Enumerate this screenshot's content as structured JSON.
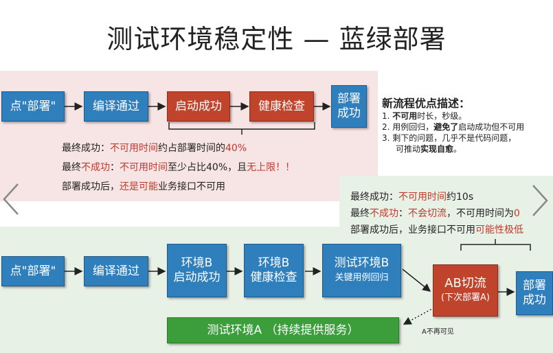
{
  "title": "测试环境稳定性 — 蓝绿部署",
  "top_flow": {
    "deploy": "点\"部署\"",
    "compile": "编译通过",
    "start": "启动成功",
    "health": "健康检查",
    "done_1": "部署",
    "done_2": "成功"
  },
  "top_notes": {
    "line1": {
      "a": "最终成功：",
      "b": "不可用时间",
      "c": "约占部署时间的",
      "d": "40%"
    },
    "line2": {
      "a": "最终",
      "b": "不成功",
      "c": "：",
      "d": "不可用时间",
      "e": "至少占比40%，且",
      "f": "无上限！！"
    },
    "line3": {
      "a": "部署成功后，",
      "b": "还是可能",
      "c": "业务接口不可用"
    }
  },
  "advantages": {
    "heading": "新流程优点描述：",
    "item1": {
      "num": "1. ",
      "bold": "不可用",
      "rest": "时长，秒级。"
    },
    "item2": {
      "num": "2. ",
      "pre": "用例回归，",
      "bold": "避免了",
      "rest": "启动成功但不可用"
    },
    "item3_1": "3. 剩下的问题，几乎不是代码问题，",
    "item3_2": {
      "pre": "可推动",
      "bold": "实现自愈",
      "rest": "。"
    }
  },
  "bottom_notes": {
    "line1": {
      "a": "最终成功：",
      "b": "不可用时间",
      "c": "约10s"
    },
    "line2": {
      "a": "最终",
      "b": "不成功",
      "c": "：",
      "d": "不会切流",
      "e": "，不可用时间为",
      "f": "0"
    },
    "line3": {
      "a": "部署成功后，业务接口不可用",
      "b": "可能性极低"
    }
  },
  "bottom_flow": {
    "deploy": "点\"部署\"",
    "compile": "编译通过",
    "b_start_1": "环境B",
    "b_start_2": "启动成功",
    "b_health_1": "环境B",
    "b_health_2": "健康检查",
    "b_test_1": "测试环境B",
    "b_test_2": "关键用例回归",
    "switch_1": "AB切流",
    "switch_2": "(下次部署A)",
    "done_1": "部署",
    "done_2": "成功",
    "env_a": "测试环境A （持续提供服务）",
    "a_unavailable": "A不再可见"
  },
  "colors": {
    "blue": "#2f7fbd",
    "red": "#c0442c",
    "green": "#3b9e3b",
    "highlight": "#c0392b"
  },
  "icons": [
    "chevron-left-icon",
    "chevron-right-icon"
  ]
}
